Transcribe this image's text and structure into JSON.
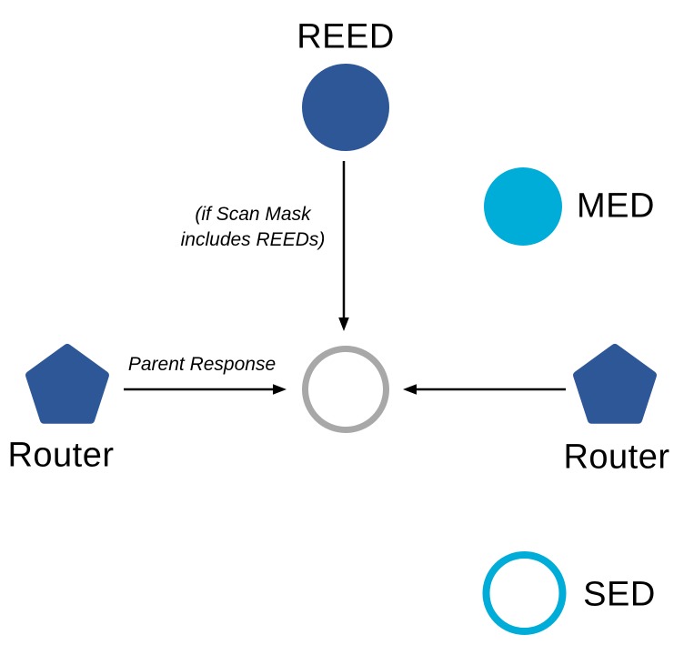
{
  "diagram": {
    "nodes": {
      "reed": {
        "label": "REED"
      },
      "med": {
        "label": "MED"
      },
      "sed": {
        "label": "SED"
      },
      "router_left": {
        "label": "Router"
      },
      "router_right": {
        "label": "Router"
      }
    },
    "annotations": {
      "scan_mask_line1": "(if Scan Mask",
      "scan_mask_line2": "includes REEDs)",
      "parent_response": "Parent Response"
    },
    "colors": {
      "router_blue": "#2E5798",
      "device_cyan": "#00ACD8",
      "joiner_gray": "#A8A8A8",
      "arrow_black": "#000000"
    }
  }
}
